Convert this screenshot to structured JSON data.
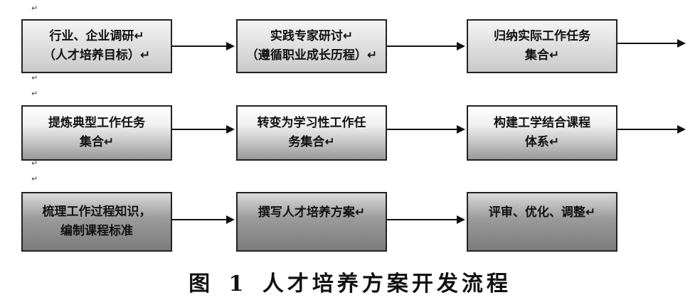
{
  "para_mark": "↵",
  "rows": [
    [
      {
        "lines": [
          "行业、企业调研↵",
          "（人才培养目标）↵"
        ]
      },
      {
        "lines": [
          "实践专家研讨↵",
          "（遵循职业成长历程）↵"
        ]
      },
      {
        "lines": [
          "归纳实际工作任务",
          "集合↵"
        ]
      }
    ],
    [
      {
        "lines": [
          "提炼典型工作任务",
          "集合↵"
        ]
      },
      {
        "lines": [
          "转变为学习性工作任",
          "务集合↵"
        ]
      },
      {
        "lines": [
          "构建工学结合课程",
          "体系↵"
        ]
      }
    ],
    [
      {
        "lines": [
          "梳理工作过程知识，",
          "编制课程标准"
        ]
      },
      {
        "lines": [
          "撰写人才培养方案↵"
        ]
      },
      {
        "lines": [
          "评审、优化、调整↵"
        ]
      }
    ]
  ],
  "caption": "图 1   人才培养方案开发流程"
}
